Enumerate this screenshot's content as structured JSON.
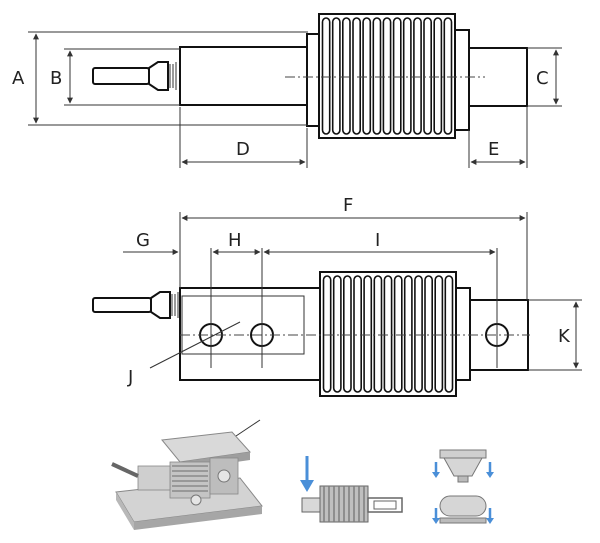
{
  "dimension_labels": {
    "A": "A",
    "B": "B",
    "C": "C",
    "D": "D",
    "E": "E",
    "F": "F",
    "G": "G",
    "H": "H",
    "I": "I",
    "J": "J",
    "K": "K"
  },
  "colors": {
    "line": "#111111",
    "accent_arrow": "#4a8fd8"
  },
  "icons": [
    "load-cell-photo",
    "load-direction-icon",
    "tank-mount-icon"
  ]
}
